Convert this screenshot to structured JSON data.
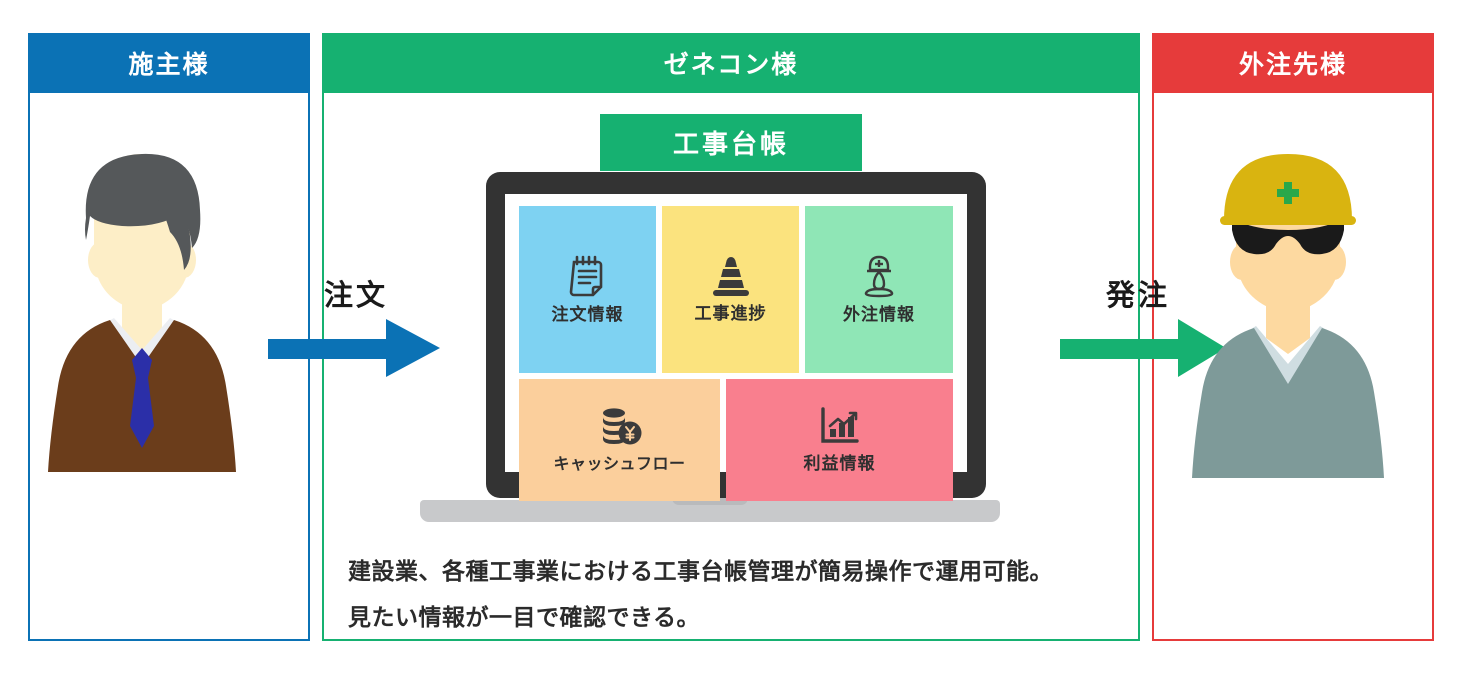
{
  "panels": [
    {
      "key": "owner",
      "title": "施主様",
      "color": "#0b72b5"
    },
    {
      "key": "contractor",
      "title": "ゼネコン様",
      "color": "#16b171"
    },
    {
      "key": "vendor",
      "title": "外注先様",
      "color": "#e63b3b"
    }
  ],
  "arrows": [
    {
      "key": "order",
      "label": "注文",
      "color": "#0b72b5"
    },
    {
      "key": "place",
      "label": "発注",
      "color": "#16b171"
    }
  ],
  "badge": {
    "label": "工事台帳",
    "color": "#16b171"
  },
  "laptop": {
    "tiles": [
      {
        "key": "order",
        "label": "注文情報",
        "icon": "notepad-icon",
        "color": "#7ed2f2"
      },
      {
        "key": "progress",
        "label": "工事進捗",
        "icon": "traffic-cone-icon",
        "color": "#fbe37e"
      },
      {
        "key": "outsource",
        "label": "外注情報",
        "icon": "worker-icon",
        "color": "#8fe6b6"
      },
      {
        "key": "cashflow",
        "label": "キャッシュフロー",
        "icon": "yen-coins-icon",
        "color": "#fbcf9c"
      },
      {
        "key": "profit",
        "label": "利益情報",
        "icon": "bar-chart-icon",
        "color": "#f97f8e"
      }
    ]
  },
  "caption": {
    "line1": "建設業、各種工事業における工事台帳管理が簡易操作で運用可能。",
    "line2": "見たい情報が一目で確認できる。"
  },
  "figures": {
    "owner": {
      "name": "businessman-illustration",
      "hair": "#55585a",
      "skin": "#fdeec7",
      "suit": "#6b3d1b",
      "shirt": "#eceef2",
      "tie": "#2b2fa8"
    },
    "vendor": {
      "name": "construction-worker-illustration",
      "helmet": "#d9b410",
      "cross": "#2aa84a",
      "visor": "#1a1a1a",
      "skin": "#fdd9a0",
      "uniform": "#7e9a99",
      "collar": "#cfdde1"
    }
  }
}
